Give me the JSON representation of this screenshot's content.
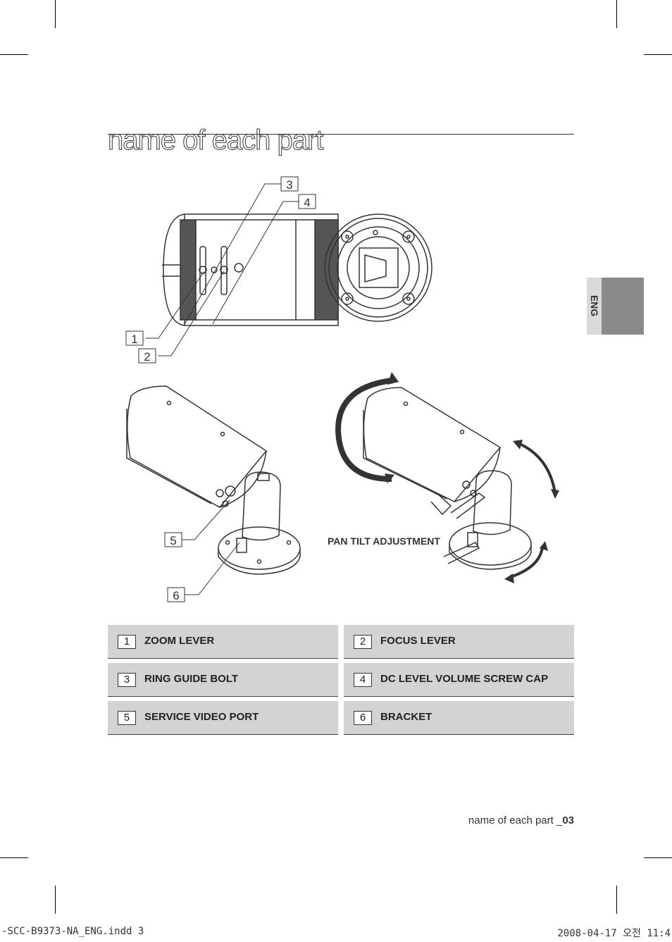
{
  "title": "name of each part",
  "language_tab": "ENG",
  "callouts": [
    "1",
    "2",
    "3",
    "4",
    "5",
    "6"
  ],
  "pan_tilt_label": "PAN TILT ADJUSTMENT",
  "parts": [
    {
      "num": "1",
      "label": "ZOOM LEVER"
    },
    {
      "num": "2",
      "label": "FOCUS LEVER"
    },
    {
      "num": "3",
      "label": "RING GUIDE BOLT"
    },
    {
      "num": "4",
      "label": "DC LEVEL VOLUME SCREW CAP"
    },
    {
      "num": "5",
      "label": "SERVICE VIDEO PORT"
    },
    {
      "num": "6",
      "label": "BRACKET"
    }
  ],
  "footer": {
    "text": "name of each part _",
    "page": "03"
  },
  "slug": {
    "file": "-SCC-B9373-NA_ENG.indd   3",
    "date": "2008-04-17   오전 11:4"
  },
  "colors": {
    "tab_dark": "#8a8a8a",
    "tab_light": "#d9d9d9",
    "row_bg": "#d3d3d3"
  }
}
